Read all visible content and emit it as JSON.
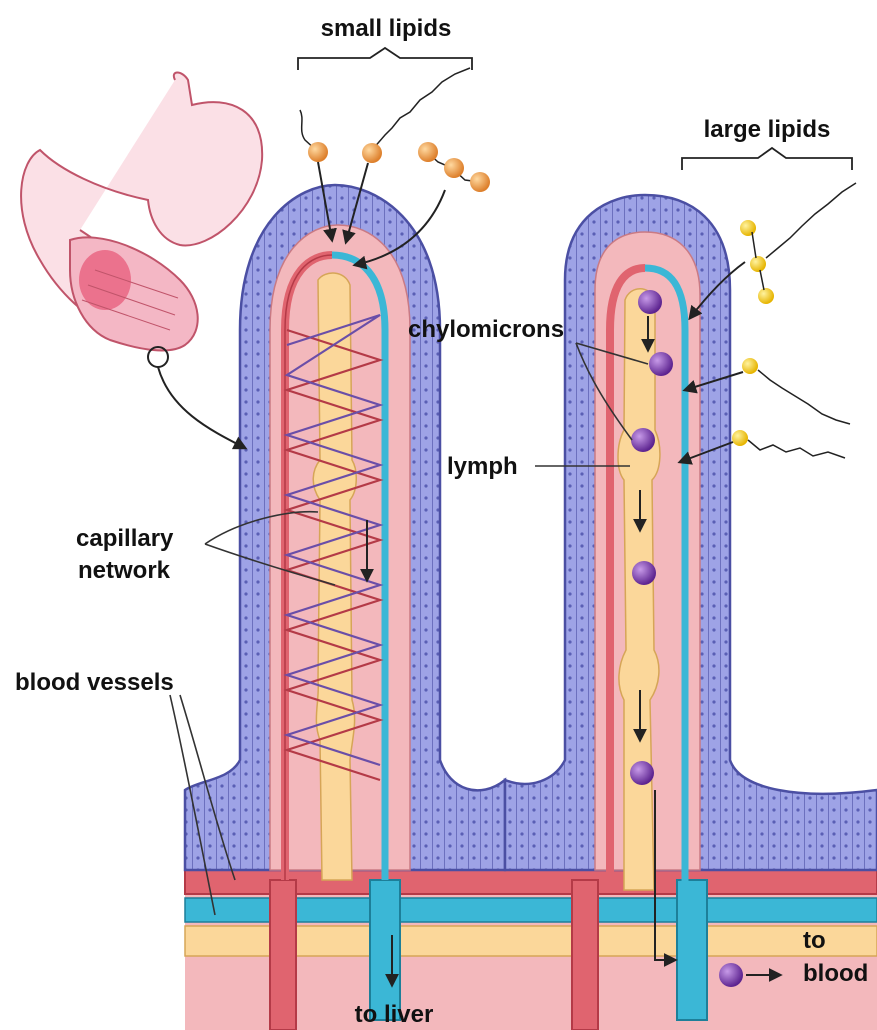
{
  "labels": {
    "small_lipids": "small lipids",
    "large_lipids": "large lipids",
    "chylomicrons": "chylomicrons",
    "lymph": "lymph",
    "capillary_line1": "capillary",
    "capillary_line2": "network",
    "blood_vessels": "blood vessels",
    "to_liver": "to liver",
    "to_blood_line1": "to",
    "to_blood_line2": "blood"
  },
  "colors": {
    "epithelium": "#9ea3e6",
    "epithelium_outline": "#4b4fa3",
    "lamina": "#f3b8bc",
    "artery": "#e0646f",
    "artery_dark": "#b43a47",
    "lymph_vessel": "#fbd79a",
    "capillary_blue": "#3bb7d6",
    "small_lipid": "#f0a24a",
    "large_lipid": "#f5cf1c",
    "chylomicron": "#7a3bb0",
    "intestine_pink": "#f4b7c5"
  },
  "icons": {
    "stomach": "stomach-intestine-icon"
  }
}
